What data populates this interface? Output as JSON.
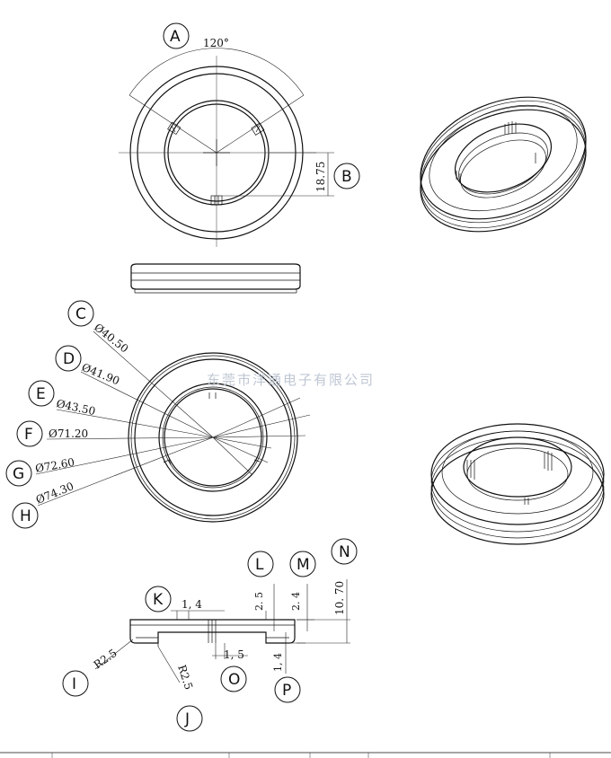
{
  "watermark": "东莞市洋通电子有限公司",
  "callouts": {
    "A": "A",
    "B": "B",
    "C": "C",
    "D": "D",
    "E": "E",
    "F": "F",
    "G": "G",
    "H": "H",
    "I": "I",
    "J": "J",
    "K": "K",
    "L": "L",
    "M": "M",
    "N": "N",
    "O": "O",
    "P": "P"
  },
  "dimensions": {
    "angle": "120°",
    "height_b": "18.75",
    "dia_c": "Ø40.50",
    "dia_d": "Ø41.90",
    "dia_e": "Ø43.50",
    "dia_f": "Ø71.20",
    "dia_g": "Ø72.60",
    "dia_h": "Ø74.30",
    "radius_i": "R2.5",
    "radius_j": "R2.5",
    "dim_k": "1, 4",
    "dim_l": "2. 5",
    "dim_m": "2. 4",
    "dim_n": "10. 70",
    "dim_o": "1, 5",
    "dim_p": "1, 4"
  }
}
